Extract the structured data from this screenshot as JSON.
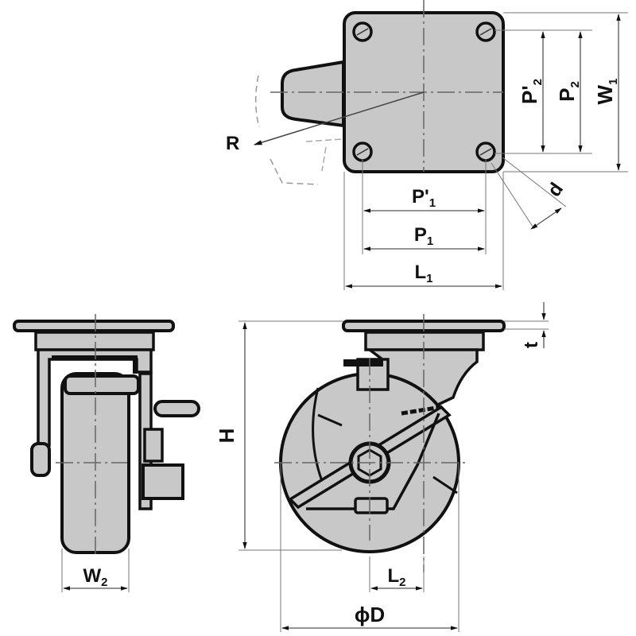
{
  "diagram": {
    "subject": "swivel caster with brake — dimension drawing",
    "colors": {
      "fill": "#c8c8c8",
      "outline": "#111111",
      "dim_line": "#555555",
      "background": "#ffffff"
    },
    "views": {
      "top": {
        "labels": {
          "R": "R",
          "P2_prime_main": "P'",
          "P2_prime_sub": "2",
          "P2_main": "P",
          "P2_sub": "2",
          "W1_main": "W",
          "W1_sub": "1",
          "d": "d",
          "P1_prime_main": "P'",
          "P1_prime_sub": "1",
          "P1_main": "P",
          "P1_sub": "1",
          "L1_main": "L",
          "L1_sub": "1"
        }
      },
      "side": {
        "labels": {
          "W2_main": "W",
          "W2_sub": "2"
        }
      },
      "front": {
        "labels": {
          "H": "H",
          "t": "t",
          "L2_main": "L",
          "L2_sub": "2",
          "phiD": "ϕD"
        }
      }
    }
  }
}
